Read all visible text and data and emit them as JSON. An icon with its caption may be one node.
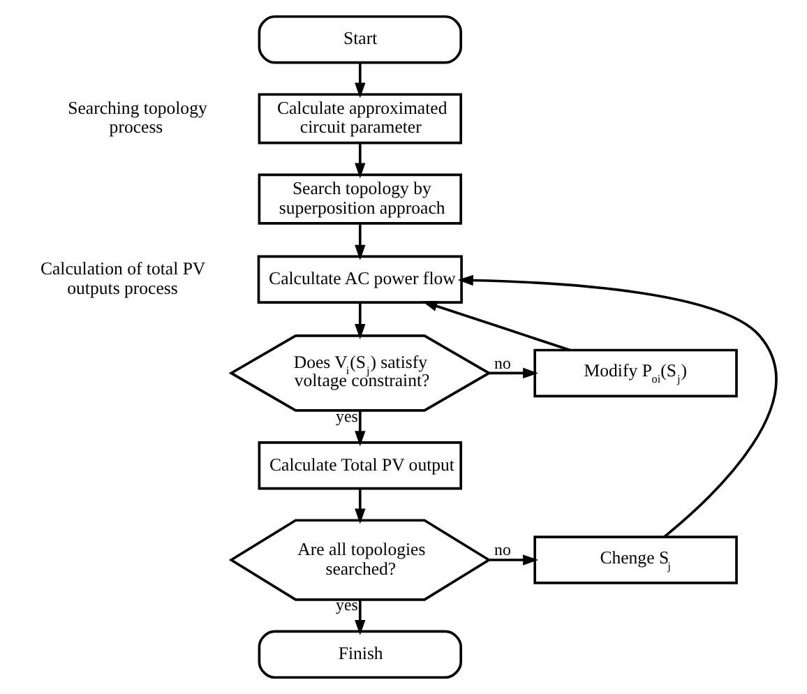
{
  "diagram": {
    "nodes": [
      {
        "text": [
          "Start"
        ]
      },
      {
        "text": [
          "Calculate approximated circuit parameter"
        ]
      },
      {
        "text": [
          "Search topology by superposition approach"
        ]
      },
      {
        "text": [
          "Calcultate AC power flow"
        ]
      },
      {
        "text": [
          "Does V$_{i}$(S$_{j}$) satisfy voltage constraint?"
        ]
      },
      {
        "text": [
          "Modify P$_{oi}$(S$_{j}$)"
        ]
      },
      {
        "text": [
          "Calculate Total PV output"
        ]
      },
      {
        "text": [
          "Are all topologies searched?"
        ]
      },
      {
        "text": [
          "Chenge S$_{j}$"
        ]
      },
      {
        "text": [
          "Finish"
        ]
      }
    ],
    "edges": [
      {
        "from": 0,
        "to": 1,
        "arrow": "to"
      },
      {
        "from": 1,
        "to": 2,
        "arrow": "to"
      },
      {
        "from": 2,
        "to": 3,
        "arrow": "to"
      },
      {
        "from": 3,
        "to": 4,
        "arrow": "to"
      },
      {
        "from": 4,
        "to": 5,
        "arrow": "to",
        "label": "no"
      },
      {
        "from": 5,
        "to": 3,
        "arrow": "to"
      },
      {
        "from": 4,
        "to": 6,
        "arrow": "to",
        "label": "yes"
      },
      {
        "from": 6,
        "to": 7,
        "arrow": "to"
      },
      {
        "from": 7,
        "to": 8,
        "arrow": "to",
        "label": "no"
      },
      {
        "from": 8,
        "to": 3,
        "arrow": "to"
      },
      {
        "from": 7,
        "to": 9,
        "arrow": "to",
        "label": "yes"
      }
    ],
    "labels": [
      "Searching topology process",
      "Calculation of total PV outputs process"
    ]
  }
}
